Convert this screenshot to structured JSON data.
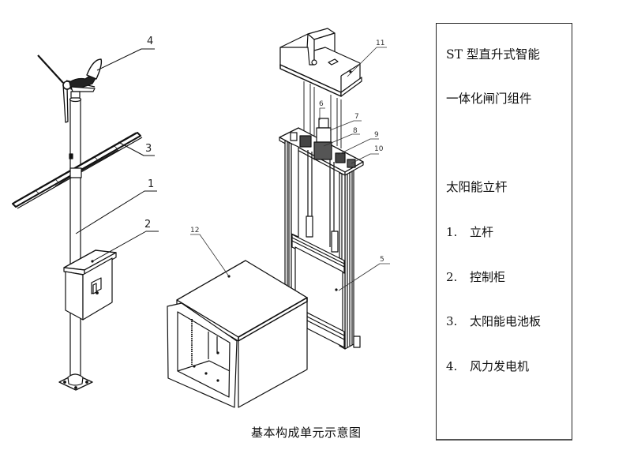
{
  "caption": "基本构成单元示意图",
  "legend": {
    "title_line1": "ST 型直升式智能",
    "title_line2": "一体化闸门组件",
    "section_title": "太阳能立杆",
    "items": [
      {
        "num": "1.",
        "label": "立杆"
      },
      {
        "num": "2.",
        "label": "控制柜"
      },
      {
        "num": "3.",
        "label": "太阳能电池板"
      },
      {
        "num": "4.",
        "label": "风力发电机"
      }
    ]
  },
  "callouts": {
    "c1": "1",
    "c2": "2",
    "c3": "3",
    "c4": "4",
    "c5": "5",
    "c6": "6",
    "c7": "7",
    "c8": "8",
    "c9": "9",
    "c10": "10",
    "c11": "11",
    "c12": "12"
  },
  "components": [
    {
      "id": "pole",
      "name": "solar-pole"
    },
    {
      "id": "cabinet",
      "name": "control-cabinet"
    },
    {
      "id": "panel",
      "name": "solar-panel"
    },
    {
      "id": "turbine",
      "name": "wind-turbine"
    },
    {
      "id": "gate",
      "name": "gate-frame"
    },
    {
      "id": "housing",
      "name": "top-housing"
    },
    {
      "id": "duct",
      "name": "duct-box"
    }
  ]
}
